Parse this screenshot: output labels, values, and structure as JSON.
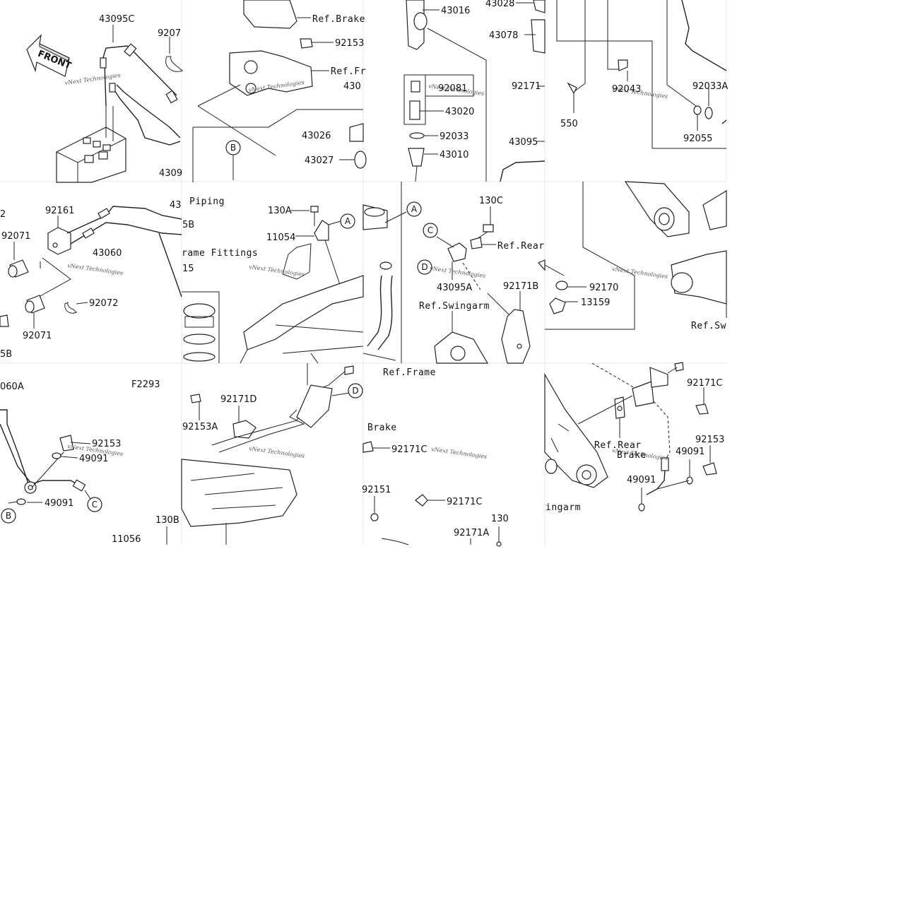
{
  "diagram_code": "F2293",
  "front_label": "FRONT",
  "watermark": "vNext Technologies",
  "circle_refs": [
    "A",
    "B",
    "C",
    "D"
  ],
  "labels": {
    "p43095C": "43095C",
    "p9207": "9207",
    "p43016": "43016",
    "p43028": "43028",
    "p43078": "43078",
    "p92153_top": "92153",
    "ref_brake_top": "Ref.Brake",
    "ref_fr_top": "Ref.Fr",
    "p430": "430",
    "p92081": "92081",
    "p43020": "43020",
    "p92033": "92033",
    "p43010": "43010",
    "p43026": "43026",
    "p43027": "43027",
    "p43095_mid": "43095",
    "p92171_top": "92171",
    "p550": "550",
    "p92043": "92043",
    "p92033A": "92033A",
    "p92055": "92055",
    "p4309": "4309",
    "p2": "2",
    "p92161": "92161",
    "p43_r2": "43",
    "p92071_a": "92071",
    "p43060": "43060",
    "p92072": "92072",
    "p92071_b": "92071",
    "p5B": "5B",
    "p_piping": "Piping",
    "p_frame_fittings": "rame Fittings",
    "p15": "15",
    "p130A": "130A",
    "p11054": "11054",
    "p130C": "130C",
    "ref_rear_mid": "Ref.Rear",
    "p43095A": "43095A",
    "p92171B": "92171B",
    "ref_swingarm_mid": "Ref.Swingarm",
    "p92170": "92170",
    "p13159": "13159",
    "ref_sw_right": "Ref.Sw",
    "ref_frame_bottom": "Ref.Frame",
    "p060A": "060A",
    "p92153_b1": "92153",
    "p49091_b1": "49091",
    "p49091_b2": "49091",
    "p130B": "130B",
    "p11056": "11056",
    "p92153A": "92153A",
    "p92171D": "92171D",
    "p_brake": "Brake",
    "p92171C_a": "92171C",
    "p92151": "92151",
    "p92171C_b": "92171C",
    "p130": "130",
    "p92171A": "92171A",
    "p92171C_c": "92171C",
    "p92153_r": "92153",
    "p49091_r1": "49091",
    "p49091_r2": "49091",
    "ref_rear_brake_1": "Ref.Rear",
    "ref_rear_brake_2": "Brake",
    "p_ingarm": "ingarm",
    "p5B_left": "5B"
  }
}
